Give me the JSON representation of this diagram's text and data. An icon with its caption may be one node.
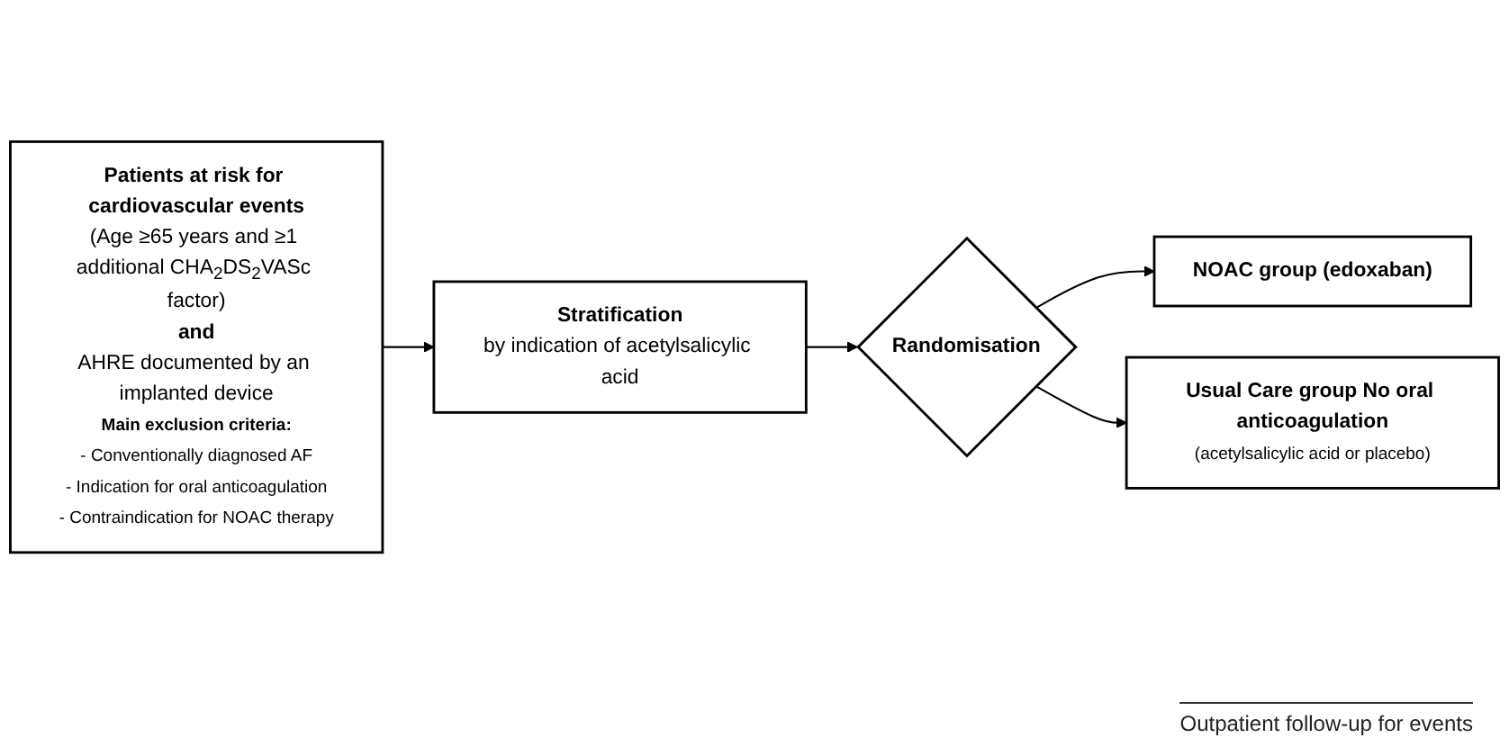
{
  "diagram": {
    "nodes": [
      {
        "text": [
          "Patients at risk for cardiovascular events",
          "(Age ≥65 years and ≥1 additional CHA$_{2}$DS$_{2}$VASc factor)",
          "and",
          "AHRE documented by an implanted device",
          "Main exclusion criteria:",
          "- Conventionally diagnosed AF",
          "- Indication for oral anticoagulation",
          "- Contraindication for NOAC therapy"
        ]
      },
      {
        "text": [
          "Stratification",
          "by indication of acetylsalicylic acid"
        ]
      },
      {
        "text": [
          "Randomisation"
        ]
      },
      {
        "text": [
          "NOAC group (edoxaban)"
        ]
      },
      {
        "text": [
          "Usual Care group No oral anticoagulation",
          "(acetylsalicylic acid or placebo)"
        ]
      }
    ],
    "edges": [
      {
        "from": 0,
        "to": 1,
        "arrow": "to"
      },
      {
        "from": 1,
        "to": 2,
        "arrow": "to"
      },
      {
        "from": 2,
        "to": 3,
        "arrow": "to"
      },
      {
        "from": 2,
        "to": 4,
        "arrow": "to"
      }
    ],
    "labels": [
      "Outpatient follow-up for events"
    ]
  }
}
